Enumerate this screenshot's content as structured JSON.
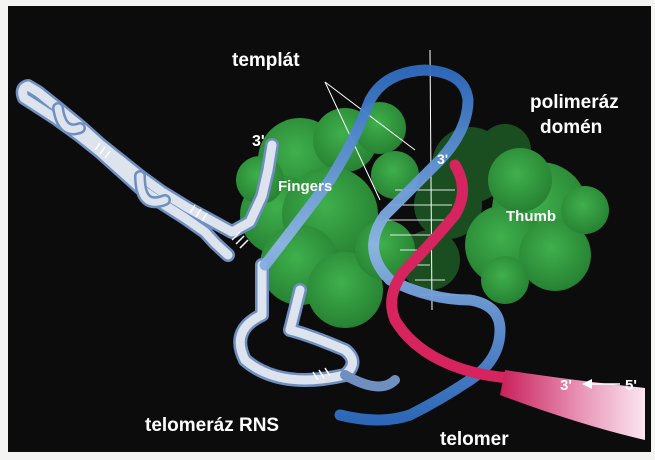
{
  "labels": {
    "template": "templát",
    "polymerase_line1": "polimeráz",
    "polymerase_line2": "domén",
    "fingers": "Fingers",
    "thumb": "Thumb",
    "three_prime_rna": "3'",
    "three_prime_dna": "3'",
    "direction_3": "3'",
    "direction_5": "5'",
    "telomerase_rna": "telomeráz RNS",
    "telomere": "telomer"
  },
  "colors": {
    "background": "#0b0c0b",
    "rna_fill": "#dde4ee",
    "rna_outline": "#6f8fc0",
    "protein": "#2f9a3c",
    "dna_blue": "#3a78c6",
    "dna_red": "#d6245e",
    "label": "#ffffff"
  }
}
